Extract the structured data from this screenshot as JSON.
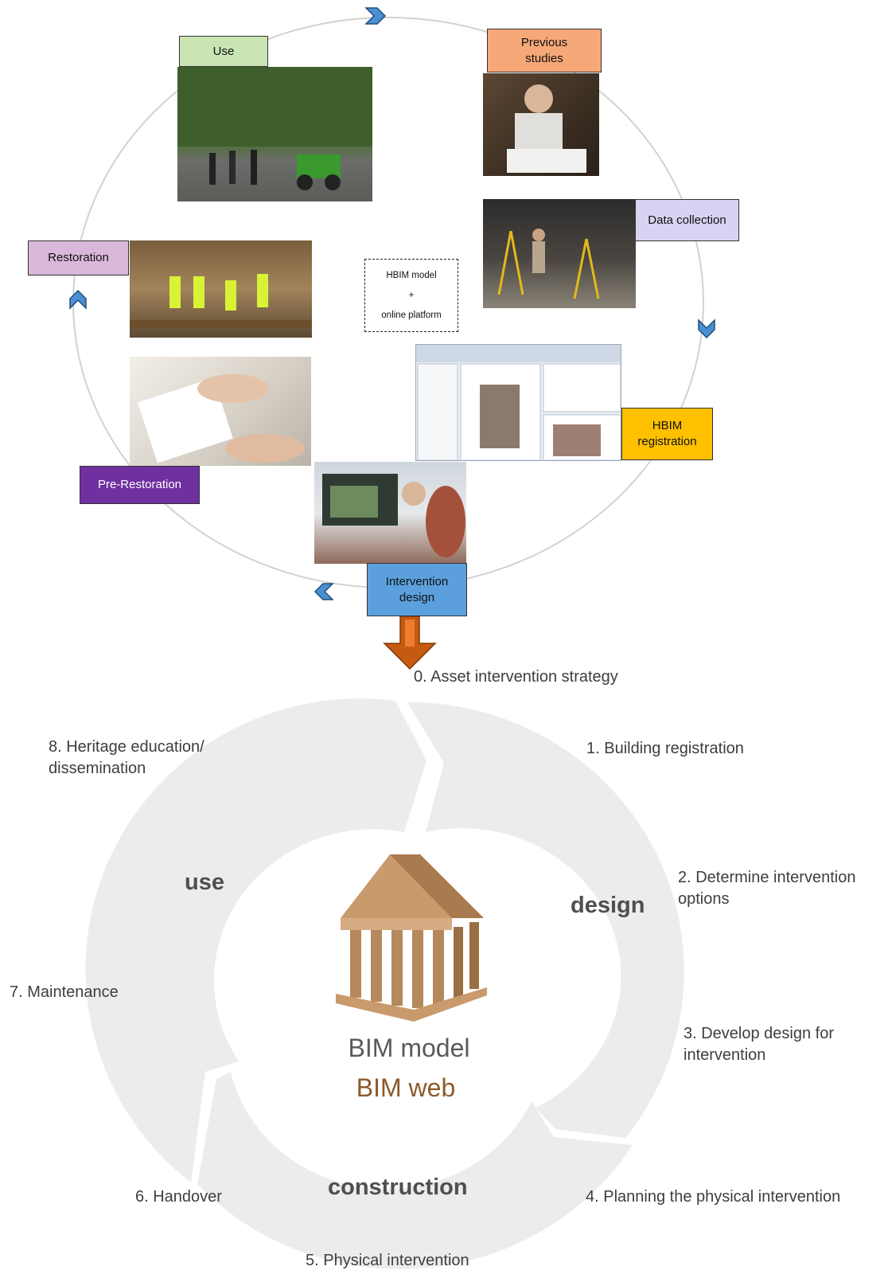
{
  "cycle": {
    "phases": [
      {
        "id": "use",
        "label": "Use",
        "color": "#c9e5b4"
      },
      {
        "id": "previous",
        "label": "Previous\nstudies",
        "color": "#f7a878"
      },
      {
        "id": "data",
        "label": "Data collection",
        "color": "#d8d3f2"
      },
      {
        "id": "hbim",
        "label": "HBIM\nregistration",
        "color": "#ffc000"
      },
      {
        "id": "design",
        "label": "Intervention\ndesign",
        "color": "#5ba0dc"
      },
      {
        "id": "prerest",
        "label": "Pre-Restoration",
        "color": "#7030a0"
      },
      {
        "id": "rest",
        "label": "Restoration",
        "color": "#d9b8db"
      }
    ],
    "center": {
      "line1": "HBIM model",
      "line2": "+",
      "line3": "online platform"
    },
    "arrow_color": "#2f74b5",
    "down_arrow_color": "#c55a11"
  },
  "lifecycle": {
    "step0": "0. Asset intervention strategy",
    "steps": [
      "1. Building registration",
      "2. Determine intervention options",
      "3. Develop design for intervention",
      "4. Planning the physical intervention",
      "5. Physical intervention",
      "6. Handover",
      "7. Maintenance",
      "8. Heritage education/ dissemination"
    ],
    "phases": {
      "use": "use",
      "design": "design",
      "construction": "construction"
    },
    "center": {
      "model": "BIM model",
      "web": "BIM web"
    },
    "ring_color": "#ececec",
    "model_color": "#5a5a5a",
    "web_color": "#8a5a2b"
  }
}
